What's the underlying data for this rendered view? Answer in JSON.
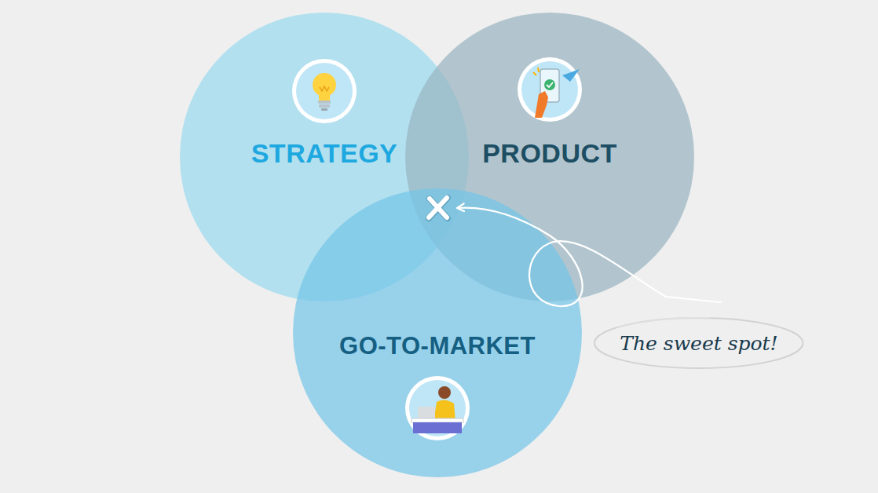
{
  "diagram": {
    "nodes": [
      {
        "text": [
          "STRATEGY"
        ]
      },
      {
        "text": [
          "PRODUCT"
        ]
      },
      {
        "text": [
          "GO-TO-MARKET"
        ]
      },
      {
        "text": [
          "The sweet spot!"
        ]
      }
    ]
  }
}
